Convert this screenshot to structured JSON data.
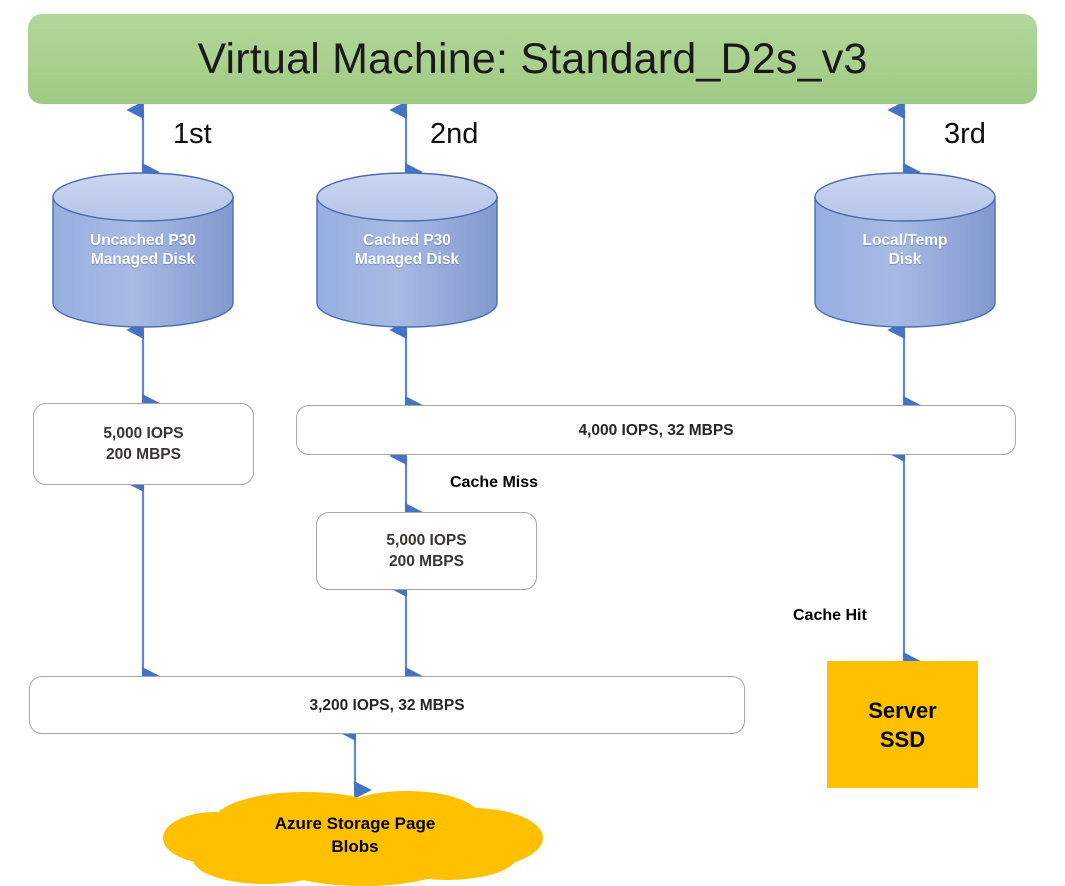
{
  "header": {
    "title": "Virtual Machine: Standard_D2s_v3",
    "color": "#A9D08E"
  },
  "colors": {
    "arrow": "#4472C4",
    "disk_fill": "#8EA9DB",
    "disk_top": "#C6D3EE",
    "box_border": "#A6A6A6",
    "orange": "#FFC000",
    "green": "#A9D08E"
  },
  "ordinals": [
    {
      "label": "1st"
    },
    {
      "label": "2nd"
    },
    {
      "label": "3rd"
    }
  ],
  "disks": [
    {
      "name": "uncached-managed-disk",
      "line1": "Uncached P30",
      "line2": "Managed Disk"
    },
    {
      "name": "cached-managed-disk",
      "line1": "Cached P30",
      "line2": "Managed Disk"
    },
    {
      "name": "local-temp-disk",
      "line1": "Local/Temp",
      "line2": "Disk"
    }
  ],
  "boxes": {
    "uncached_limits": {
      "line1": "5,000 IOPS",
      "line2": "200 MBPS"
    },
    "cached_vm_limits": {
      "text": "4,000 IOPS, 32 MBPS"
    },
    "cache_miss_limits": {
      "line1": "5,000 IOPS",
      "line2": "200 MBPS"
    },
    "uncached_vm_limits": {
      "text": "3,200 IOPS, 32 MBPS"
    }
  },
  "labels": {
    "cache_miss": "Cache Miss",
    "cache_hit": "Cache Hit"
  },
  "storage": {
    "server_ssd_line1": "Server",
    "server_ssd_line2": "SSD",
    "cloud_line1": "Azure Storage Page",
    "cloud_line2": "Blobs"
  }
}
